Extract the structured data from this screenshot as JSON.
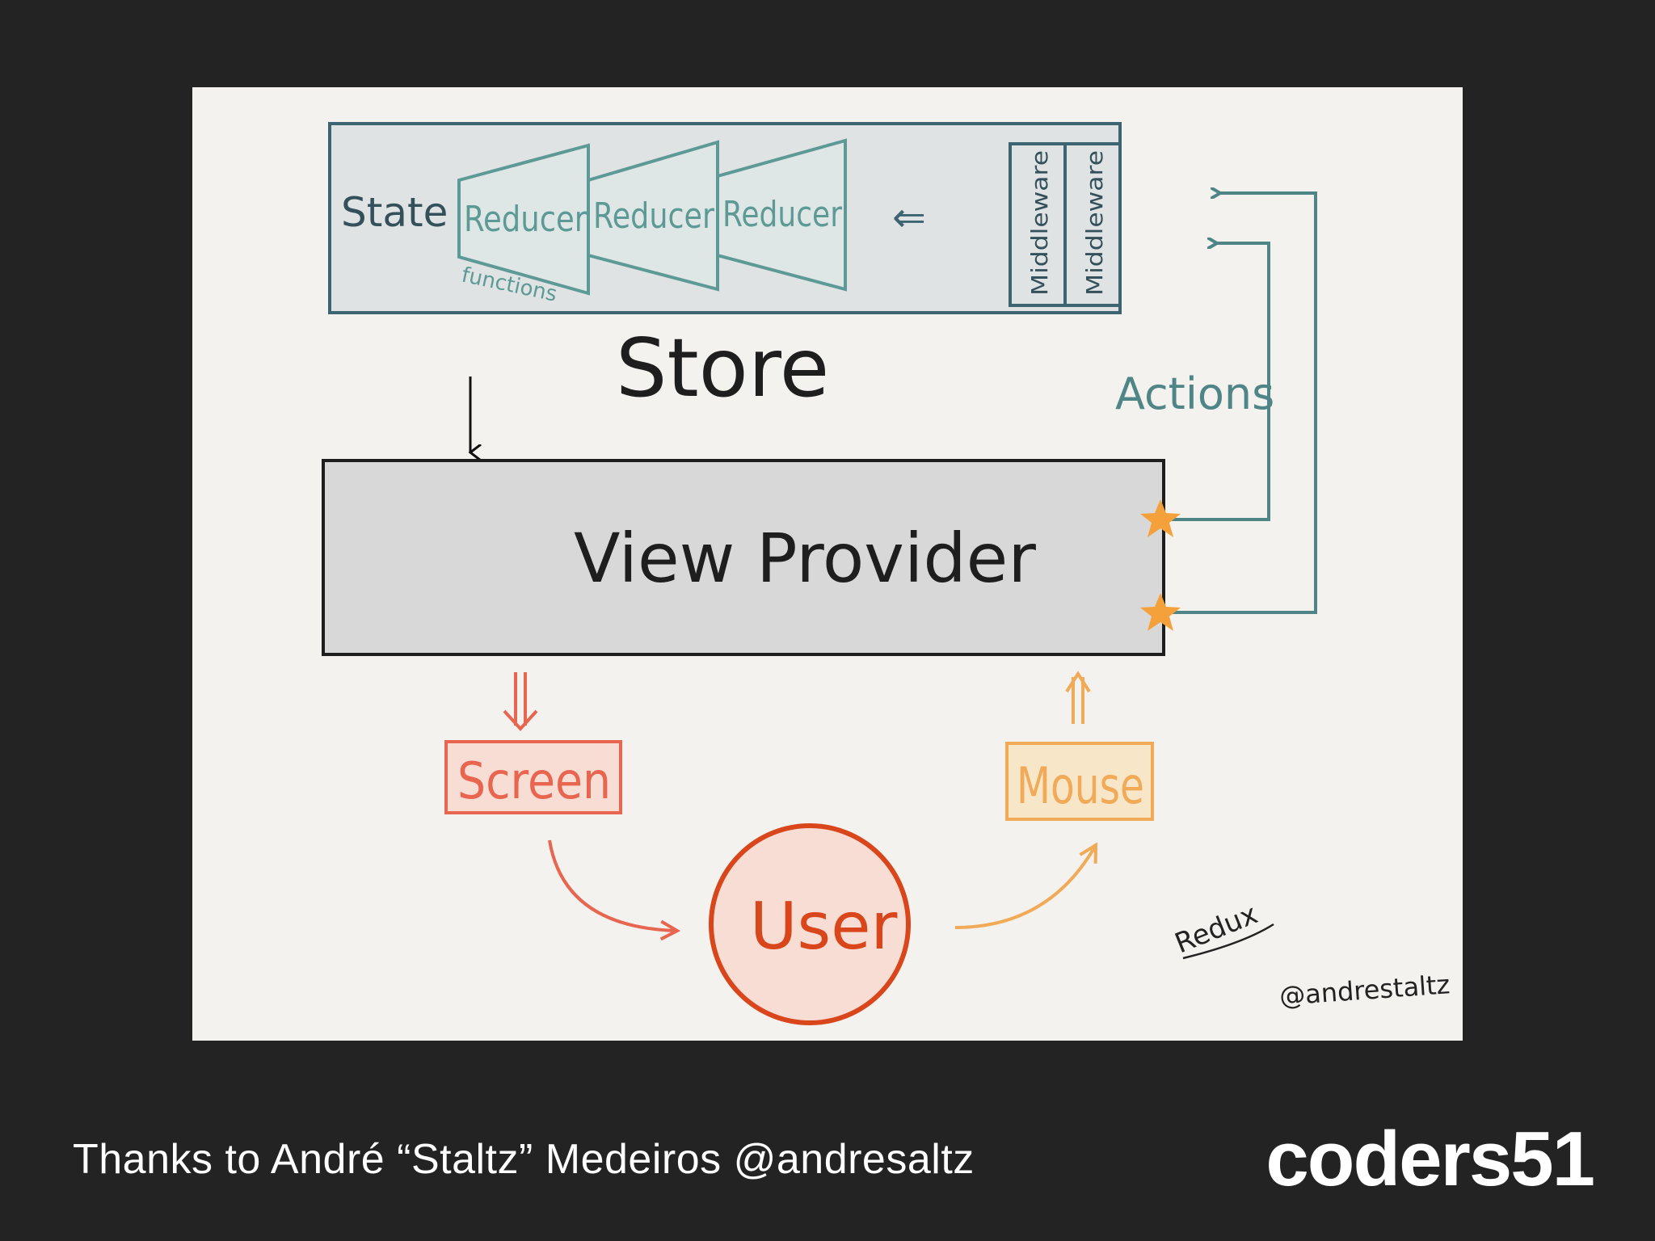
{
  "diagram": {
    "store_box": {
      "state_label": "State",
      "reducers": [
        "Reducer",
        "Reducer",
        "Reducer"
      ],
      "functions_label": "functions",
      "arrow_glyph": "⇐",
      "middlewares": [
        "Middleware",
        "Middleware"
      ]
    },
    "store_label": "Store",
    "actions_label": "Actions",
    "view_provider_label": "View Provider",
    "screen_label": "Screen",
    "mouse_label": "Mouse",
    "user_label": "User",
    "redux_label": "Redux",
    "author_handle": "@andrestaltz",
    "colors": {
      "store_teal": "#3d6471",
      "reducer_teal": "#5d9a96",
      "actions_teal": "#4f8587",
      "view_fill": "#d9d8d8",
      "screen_red": "#e8654f",
      "mouse_orange": "#f1aa57",
      "user_red": "#d9461c",
      "star_orange": "#f4a13c"
    }
  },
  "footer": {
    "caption": "Thanks to André “Staltz” Medeiros @andresaltz",
    "logo": "coders51"
  }
}
